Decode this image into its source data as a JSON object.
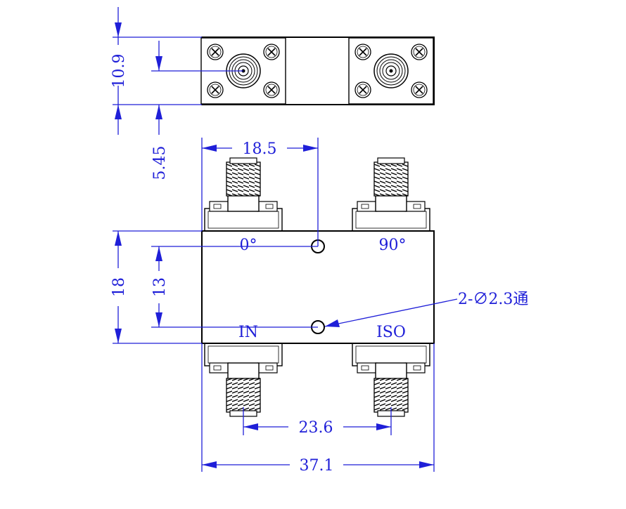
{
  "dimensions": {
    "top_height": "10.9",
    "top_offset": "5.45",
    "hole_x": "18.5",
    "body_height": "18",
    "hole_spacing": "13",
    "port_spacing": "23.6",
    "total_width": "37.1"
  },
  "ports": {
    "p0": "0°",
    "p90": "90°",
    "in": "IN",
    "iso": "ISO"
  },
  "callout": "2-∅2.3通",
  "colors": {
    "dimension": "#1f1fd8",
    "outline": "#000000"
  }
}
